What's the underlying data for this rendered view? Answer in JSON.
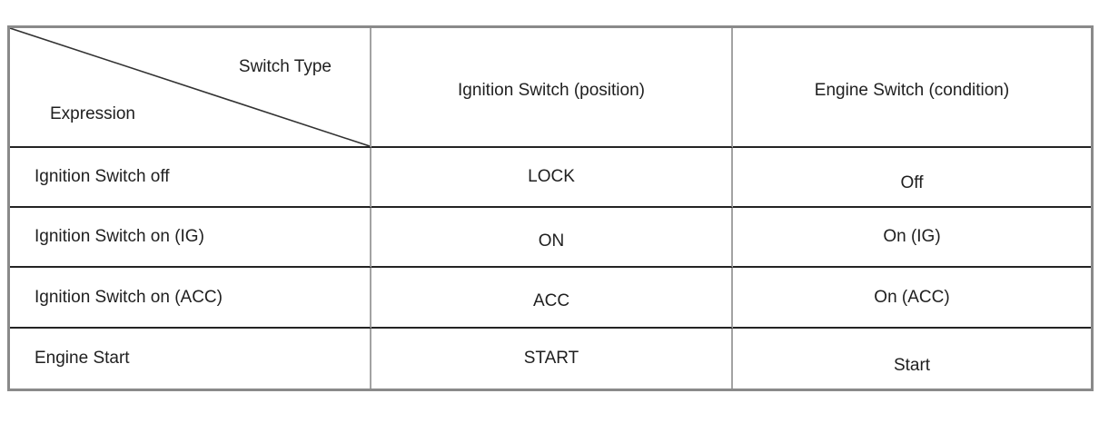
{
  "table": {
    "corner": {
      "top_label": "Switch Type",
      "bottom_label": "Expression"
    },
    "columns": [
      "Ignition Switch (position)",
      "Engine Switch (condition)"
    ],
    "rows": [
      {
        "expression": "Ignition Switch off",
        "ignition_switch_position": "LOCK",
        "engine_switch_condition": "Off"
      },
      {
        "expression": "Ignition Switch on (IG)",
        "ignition_switch_position": "ON",
        "engine_switch_condition": "On (IG)"
      },
      {
        "expression": "Ignition Switch on (ACC)",
        "ignition_switch_position": "ACC",
        "engine_switch_condition": "On (ACC)"
      },
      {
        "expression": "Engine Start",
        "ignition_switch_position": "START",
        "engine_switch_condition": "Start"
      }
    ],
    "colors": {
      "outer_border": "#8a8a8a",
      "inner_vertical_divider": "#a3a3a3",
      "inner_horizontal_divider": "#242424",
      "diagonal_line": "#333333",
      "text": "#1f1f1f",
      "background": "#ffffff"
    }
  }
}
